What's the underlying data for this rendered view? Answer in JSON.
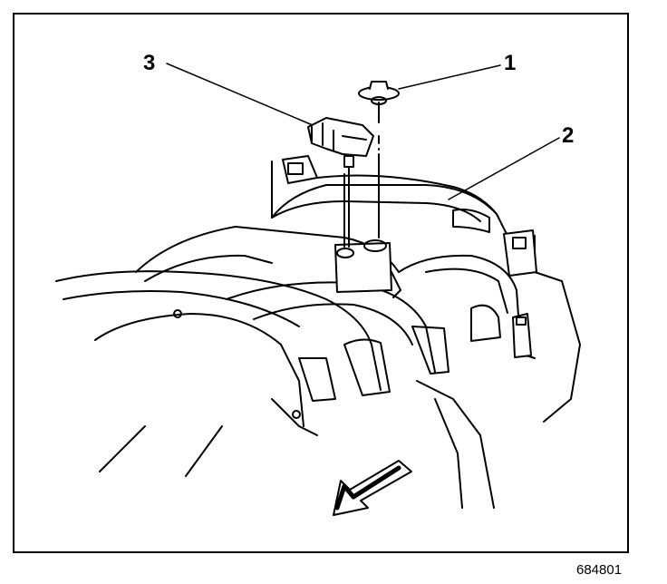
{
  "diagram": {
    "callouts": [
      {
        "id": "1",
        "label": "1"
      },
      {
        "id": "2",
        "label": "2"
      },
      {
        "id": "3",
        "label": "3"
      }
    ],
    "figure_id": "684801",
    "colors": {
      "ink": "#000000",
      "paper": "#ffffff"
    }
  }
}
